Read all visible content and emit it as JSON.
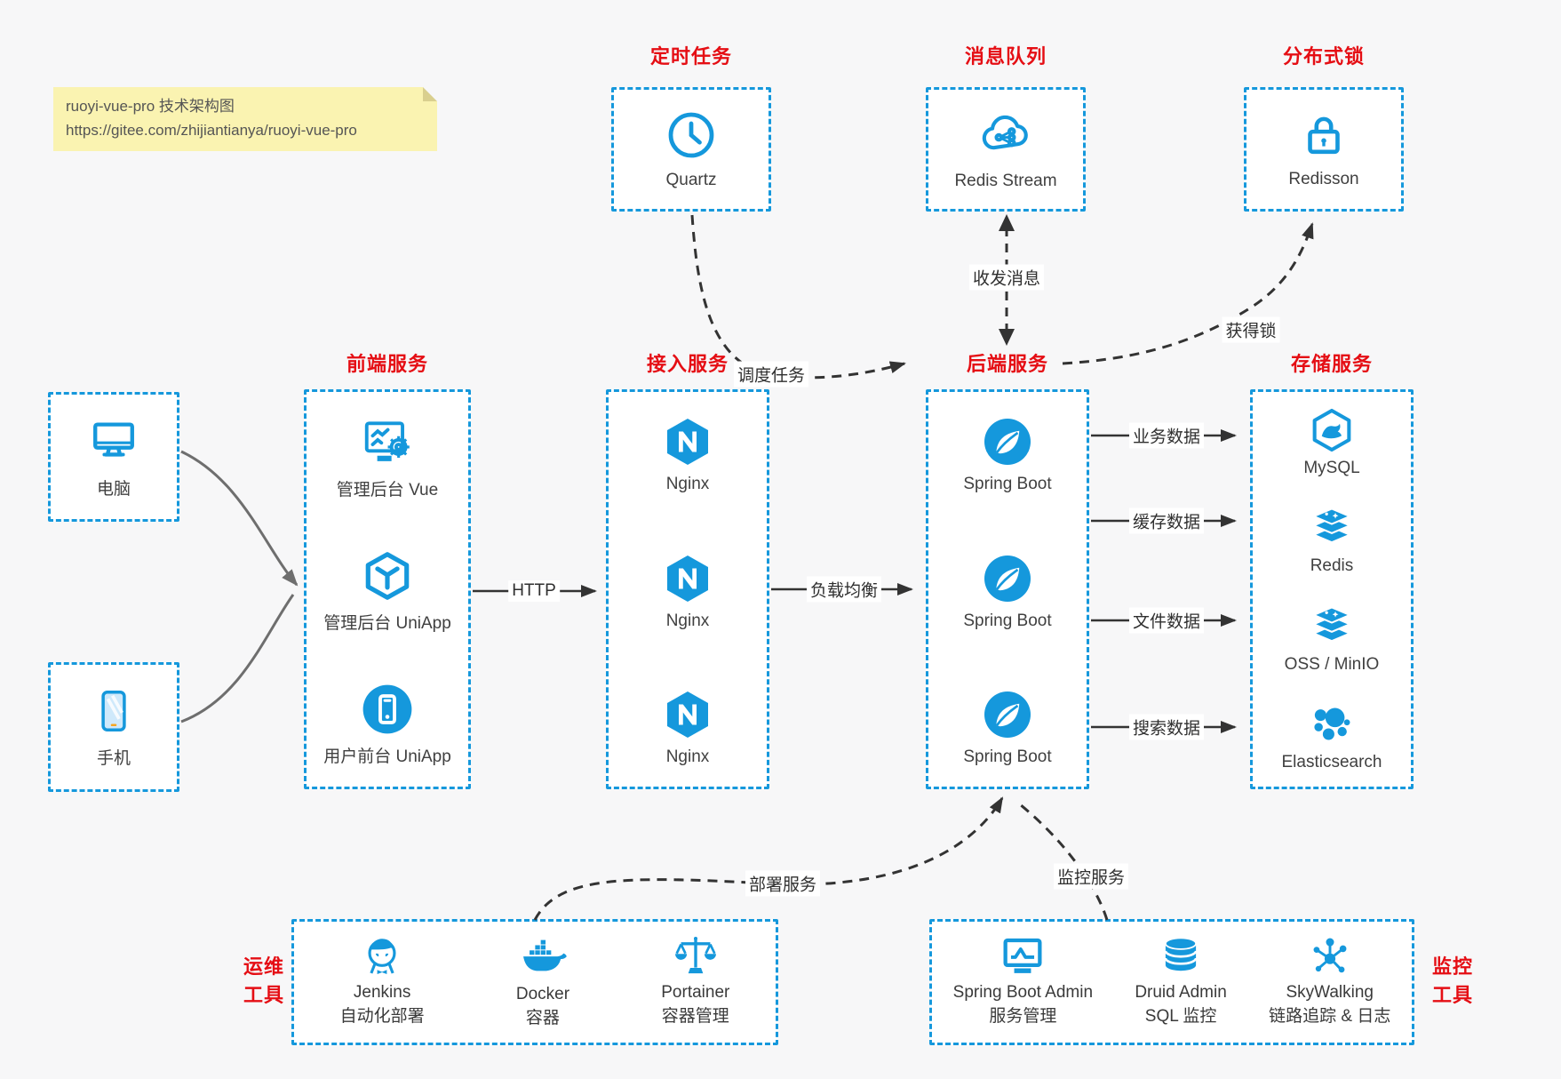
{
  "note": {
    "line1": "ruoyi-vue-pro 技术架构图",
    "line2": "https://gitee.com/zhijiantianya/ruoyi-vue-pro"
  },
  "colors": {
    "accent_blue": "#1598dc",
    "title_red": "#e50e14",
    "note_yellow": "#faf3b1",
    "arrow_dark": "#333333",
    "arrow_gray": "#6e6e6e",
    "background": "#f7f7f8"
  },
  "top_services": [
    {
      "title": "定时任务",
      "label": "Quartz",
      "icon": "clock-icon"
    },
    {
      "title": "消息队列",
      "label": "Redis Stream",
      "icon": "cloud-network-icon"
    },
    {
      "title": "分布式锁",
      "label": "Redisson",
      "icon": "lock-icon"
    }
  ],
  "clients": [
    {
      "label": "电脑",
      "icon": "desktop-icon"
    },
    {
      "label": "手机",
      "icon": "phone-icon"
    }
  ],
  "frontend": {
    "title": "前端服务",
    "items": [
      {
        "label": "管理后台 Vue",
        "icon": "admin-vue-icon"
      },
      {
        "label": "管理后台 UniApp",
        "icon": "uniapp-cube-icon"
      },
      {
        "label": "用户前台 UniApp",
        "icon": "mobile-app-icon"
      }
    ]
  },
  "gateway": {
    "title": "接入服务",
    "items": [
      "Nginx",
      "Nginx",
      "Nginx"
    ]
  },
  "backend": {
    "title": "后端服务",
    "items": [
      "Spring Boot",
      "Spring Boot",
      "Spring Boot"
    ]
  },
  "storage": {
    "title": "存储服务",
    "items": [
      {
        "label": "MySQL",
        "icon": "mysql-icon"
      },
      {
        "label": "Redis",
        "icon": "redis-stack-icon"
      },
      {
        "label": "OSS / MinIO",
        "icon": "object-storage-icon"
      },
      {
        "label": "Elasticsearch",
        "icon": "elasticsearch-icon"
      }
    ]
  },
  "ops": {
    "title_line1": "运维",
    "title_line2": "工具",
    "items": [
      {
        "name": "Jenkins",
        "desc": "自动化部署",
        "icon": "jenkins-icon"
      },
      {
        "name": "Docker",
        "desc": "容器",
        "icon": "docker-whale-icon"
      },
      {
        "name": "Portainer",
        "desc": "容器管理",
        "icon": "scales-icon"
      }
    ]
  },
  "monitor": {
    "title_line1": "监控",
    "title_line2": "工具",
    "items": [
      {
        "name": "Spring Boot Admin",
        "desc": "服务管理",
        "icon": "admin-monitor-icon"
      },
      {
        "name": "Druid Admin",
        "desc": "SQL 监控",
        "icon": "database-icon"
      },
      {
        "name": "SkyWalking",
        "desc": "链路追踪 & 日志",
        "icon": "topology-icon"
      }
    ]
  },
  "edges": {
    "http": "HTTP",
    "load_balance": "负载均衡",
    "schedule": "调度任务",
    "messages": "收发消息",
    "lock": "获得锁",
    "biz": "业务数据",
    "cache": "缓存数据",
    "file": "文件数据",
    "search": "搜索数据",
    "deploy": "部署服务",
    "monitor_svc": "监控服务"
  }
}
